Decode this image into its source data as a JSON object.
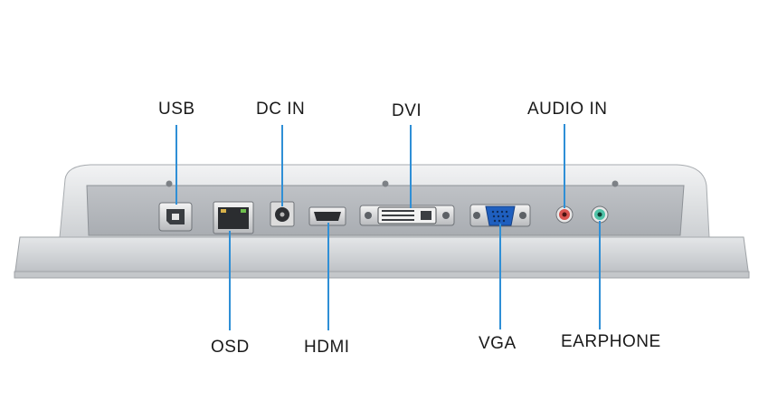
{
  "labels": {
    "usb": "USB",
    "dc_in": "DC IN",
    "dvi": "DVI",
    "audio_in": "AUDIO IN",
    "osd": "OSD",
    "hdmi": "HDMI",
    "vga": "VGA",
    "earphone": "EARPHONE"
  },
  "colors": {
    "leader_line": "#2f8fd6",
    "panel_silver": "#c9ccd0",
    "audio_in_jack": "#d9534f",
    "earphone_jack": "#4fc3a8",
    "vga_port": "#1f5fbf"
  }
}
